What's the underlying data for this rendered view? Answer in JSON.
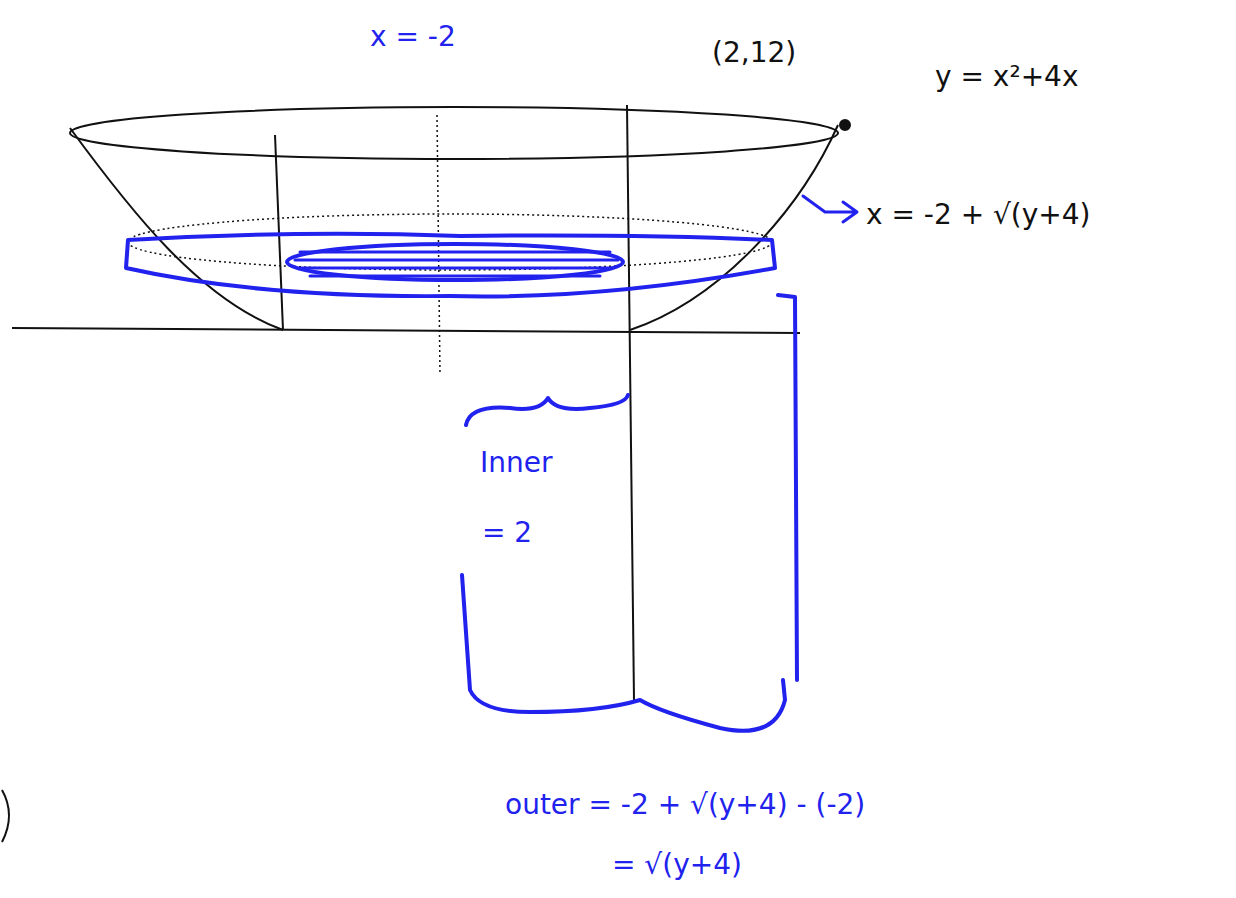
{
  "diagram": {
    "labels": [
      "x = -2",
      "(2,12)",
      "y = x²+4x",
      "x = -2 + √(y+4)",
      "Inner",
      "= 2",
      "outer = -2 + √(y+4) - (-2)",
      "= √(y+4)"
    ]
  }
}
